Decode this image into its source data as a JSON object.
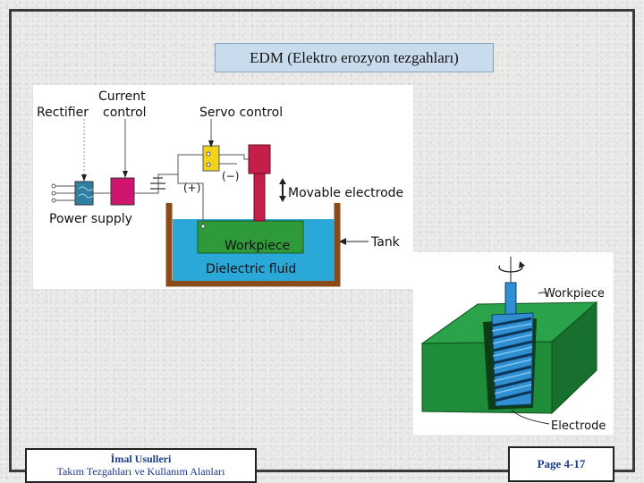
{
  "title": "EDM (Elektro erozyon tezgahları)",
  "diagram1": {
    "labels": {
      "rectifier": "Rectifier",
      "current_control_1": "Current",
      "current_control_2": "control",
      "servo_control": "Servo control",
      "minus": "(−)",
      "plus": "(+)",
      "movable_electrode": "Movable electrode",
      "power_supply": "Power supply",
      "workpiece": "Workpiece",
      "tank": "Tank",
      "dielectric_fluid": "Dielectric fluid"
    },
    "colors": {
      "rectifier": "#2f7fa0",
      "current_control": "#d0156e",
      "servo": "#f2d21a",
      "electrode": "#c41e4a",
      "tank": "#8a4b1a",
      "fluid": "#2aa8d8",
      "workpiece": "#2e9a3a"
    }
  },
  "diagram2": {
    "labels": {
      "workpiece": "Workpiece",
      "electrode": "Electrode"
    },
    "colors": {
      "block": "#1f8c3a",
      "electrode": "#2f8fd0"
    }
  },
  "footer": {
    "course": "İmal Usulleri",
    "subtitle": "Takım Tezgahları ve Kullanım Alanları",
    "page": "Page 4-17"
  }
}
